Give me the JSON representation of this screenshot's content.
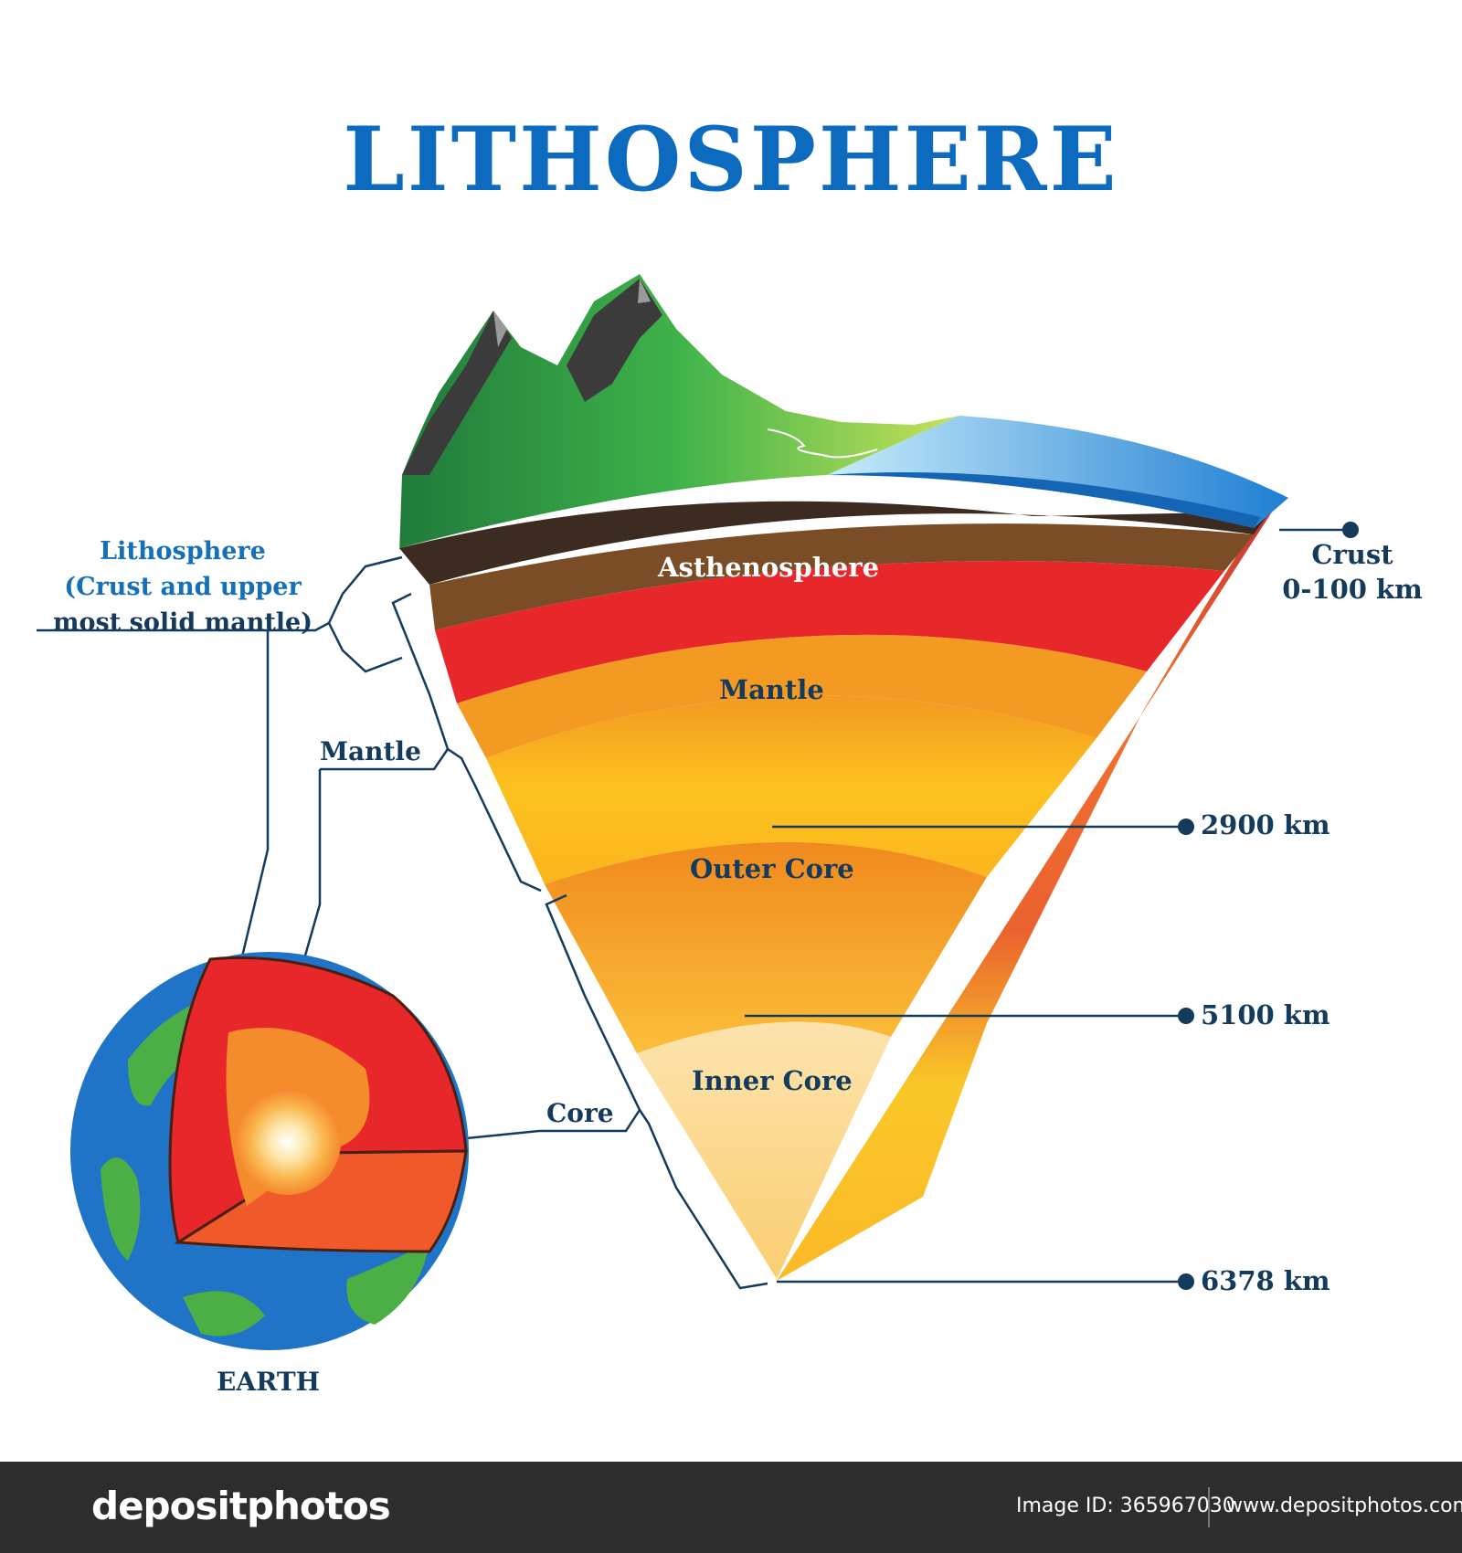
{
  "title": "LITHOSPHERE",
  "labels": {
    "lithosphere_line1": "Lithosphere",
    "lithosphere_line2": "(Crust and upper",
    "lithosphere_line3": "most solid mantle)",
    "mantle_left": "Mantle",
    "core_left": "Core",
    "earth": "EARTH",
    "asthenosphere": "Asthenosphere",
    "mantle_inside": "Mantle",
    "outer_core": "Outer Core",
    "inner_core": "Inner Core",
    "crust_line1": "Crust",
    "crust_line2": "0-100 km",
    "depth_2900": "2900 km",
    "depth_5100": "5100 km",
    "depth_6378": "6378 km"
  },
  "footer": {
    "brand": "depositphotos",
    "image_id": "Image ID: 365967030",
    "site": "www.depositphotos.com"
  },
  "colors": {
    "title": "#0d6bbf",
    "label_dark": "#143a5c",
    "label_blue": "#1670b8",
    "asthenosphere": "#e8272a",
    "mantle": "#f7a823",
    "outer_core": "#f28c1f",
    "inner_core": "#fbe0a0",
    "ocean": "#2f8ad8",
    "land": "#3fae49",
    "footer_bg": "#2d2d2d"
  }
}
